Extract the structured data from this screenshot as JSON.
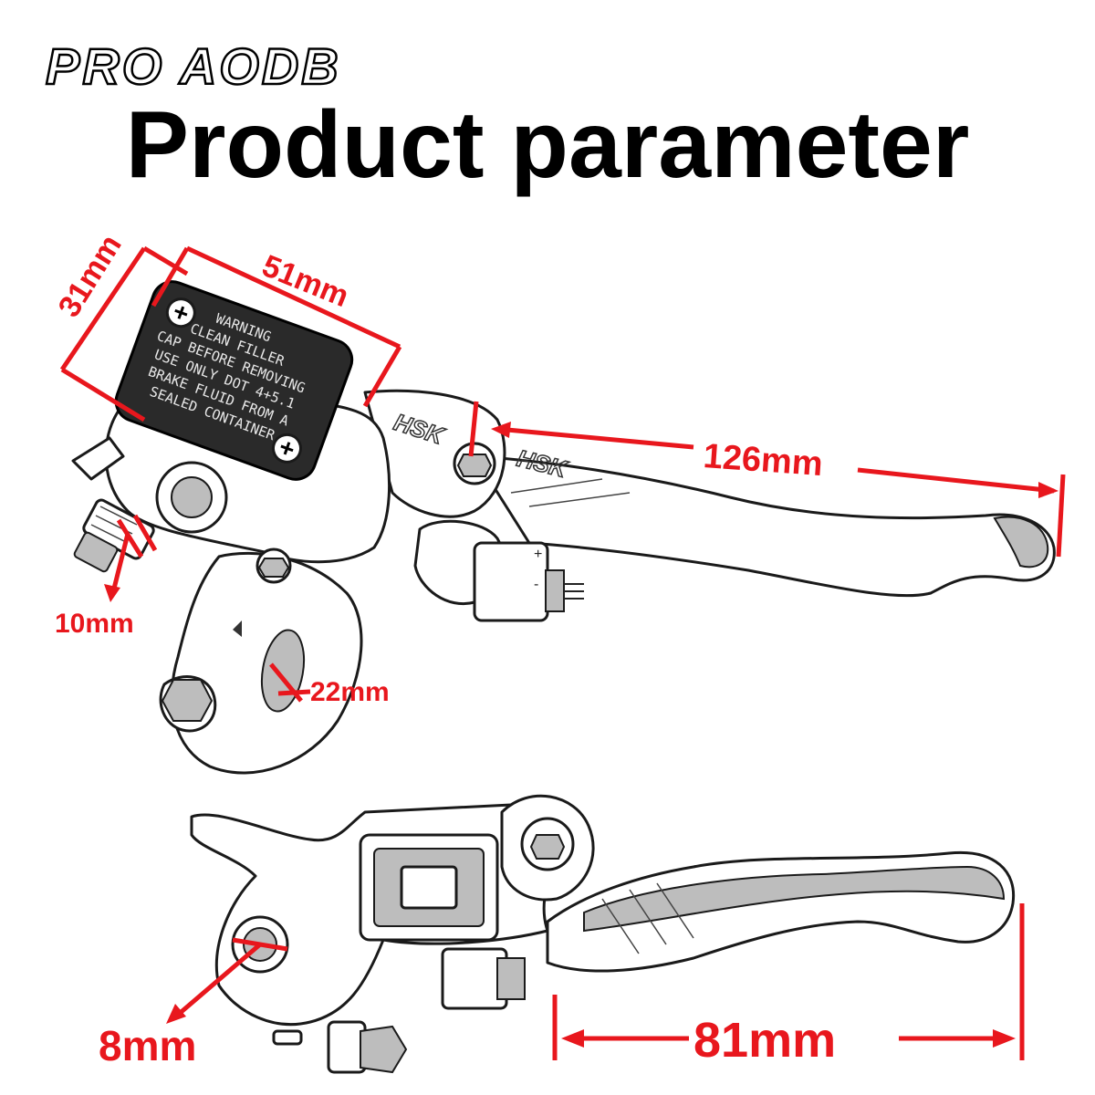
{
  "brand": "PRO AODB",
  "title": "Product parameter",
  "reservoir_cap_text": [
    "WARNING",
    "CLEAN FILLER",
    "CAP BEFORE REMOVING",
    "USE ONLY DOT 4+5.1",
    "BRAKE FLUID FROM A",
    "SEALED CONTAINER"
  ],
  "lever_logo": "HSK",
  "adjuster_marks": [
    "+",
    "-"
  ],
  "dimensions": {
    "reservoir_height": "31mm",
    "reservoir_width": "51mm",
    "lever_length": "126mm",
    "banjo_bolt": "10mm",
    "clamp_diameter": "22mm",
    "mount_hole": "8mm",
    "folding_lever_length": "81mm"
  },
  "colors": {
    "dimension": "#e8171d",
    "text": "#000000",
    "background": "#ffffff"
  }
}
